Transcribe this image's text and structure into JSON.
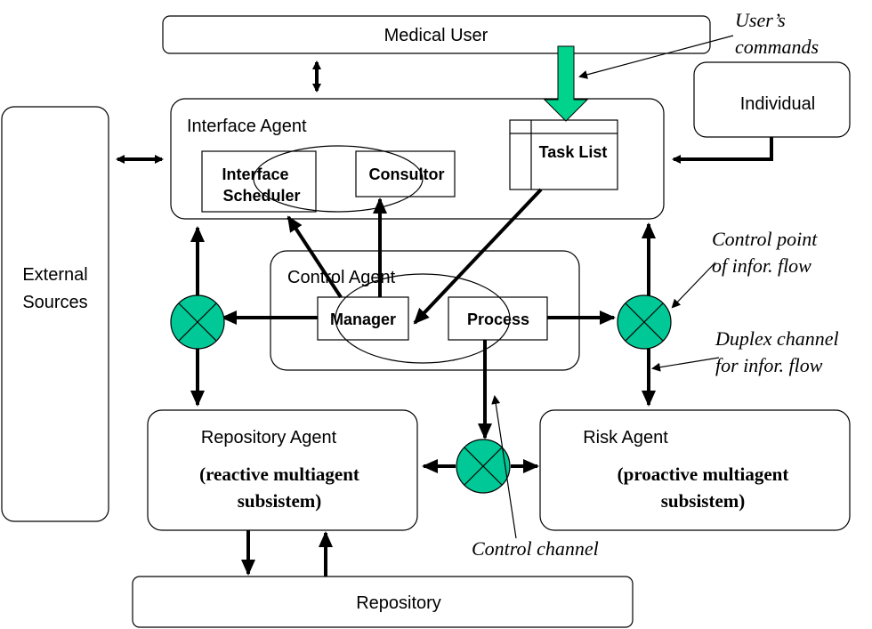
{
  "nodes": {
    "medical_user": "Medical User",
    "individual": "Individual",
    "interface_agent": "Interface Agent",
    "interface_scheduler_l1": "Interface",
    "interface_scheduler_l2": "Scheduler",
    "consultor": "Consultor",
    "task_list": "Task List",
    "external_sources_l1": "External",
    "external_sources_l2": "Sources",
    "control_agent": "Control Agent",
    "manager": "Manager",
    "process": "Process",
    "repository_agent": "Repository Agent",
    "repository_agent_sub_l1": "(reactive multiagent",
    "repository_agent_sub_l2": "subsistem)",
    "risk_agent": "Risk Agent",
    "risk_agent_sub_l1": "(proactive multiagent",
    "risk_agent_sub_l2": "subsistem)",
    "repository": "Repository"
  },
  "annotations": {
    "users_commands_l1": "User’s",
    "users_commands_l2": "commands",
    "control_point_l1": "Control point",
    "control_point_l2": "of infor. flow",
    "duplex_l1": "Duplex channel",
    "duplex_l2": "for infor. flow",
    "control_channel": "Control channel"
  },
  "colors": {
    "control_point_fill": "#00c896",
    "command_arrow_fill": "#00d48c",
    "stroke": "#000000"
  }
}
